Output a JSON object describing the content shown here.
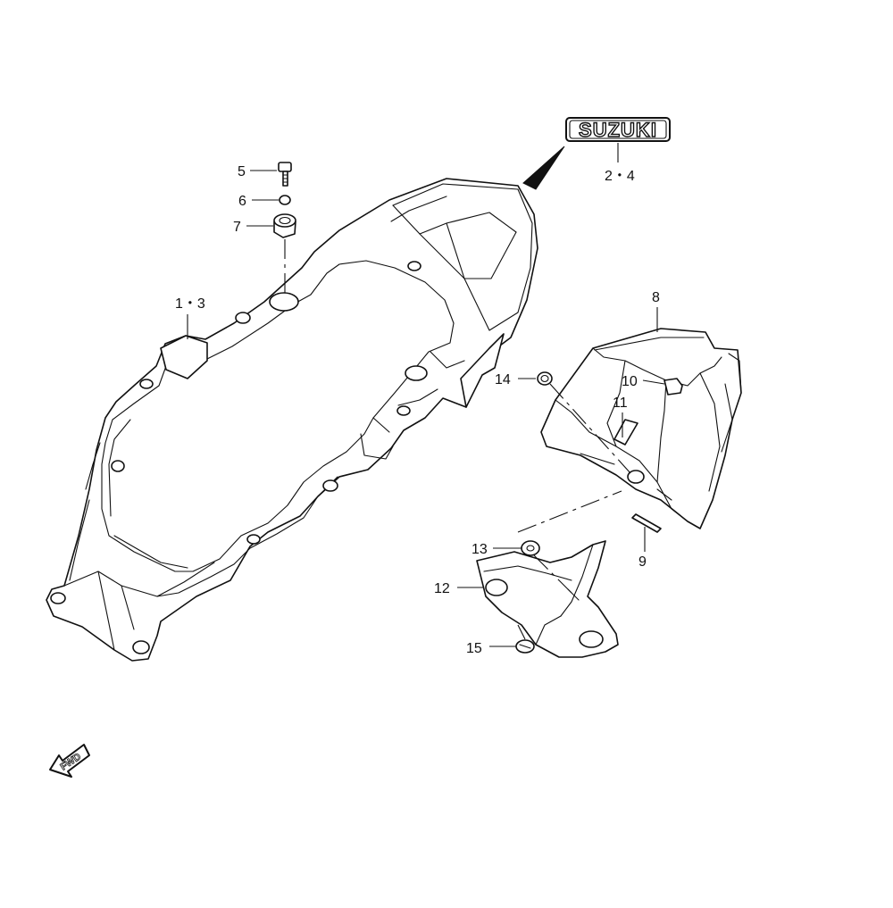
{
  "callouts": {
    "c1_3": "1・3",
    "c2_4": "2・4",
    "c5": "5",
    "c6": "6",
    "c7": "7",
    "c8": "8",
    "c9": "9",
    "c10": "10",
    "c11": "11",
    "c12": "12",
    "c13": "13",
    "c14": "14",
    "c15": "15"
  },
  "logo": {
    "text": "SUZUKI"
  },
  "fwd": {
    "text": "FWD"
  }
}
